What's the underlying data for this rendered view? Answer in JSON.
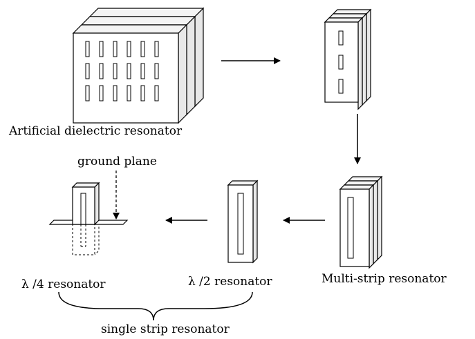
{
  "labels": {
    "artificial_dielectric": "Artificial dielectric resonator",
    "ground_plane": "ground plane",
    "multi_strip": "Multi-strip resonator",
    "half_wave": "λ /2 resonator",
    "quarter_wave": "λ /4 resonator",
    "single_strip": "single strip resonator"
  },
  "colors": {
    "line": "#000000",
    "face": "#ffffff",
    "side_shade": "#e8e8e8",
    "top_shade": "#f4f4f4"
  }
}
